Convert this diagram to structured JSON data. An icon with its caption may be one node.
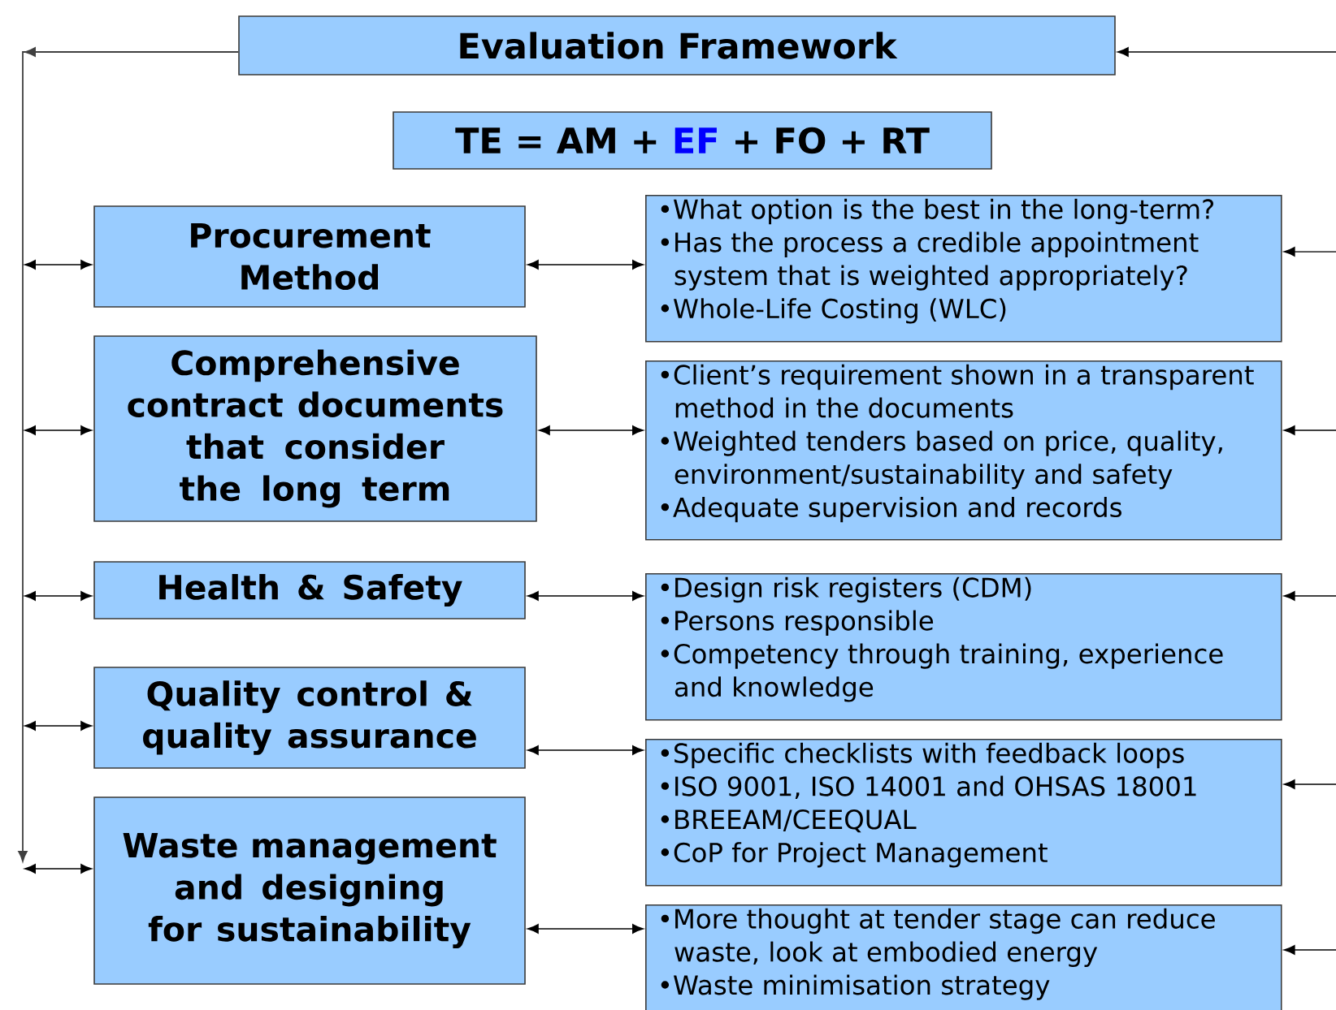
{
  "diagram": {
    "nodes": [
      {
        "text": [
          "Evaluation Framework"
        ]
      },
      {
        "text": [
          "TE = AM +",
          "EF",
          "+ FO + RT"
        ]
      },
      {
        "text": [
          "Procurement Method"
        ]
      },
      {
        "text": [
          "•What option is the best in the long-term?",
          "•Has the process a credible appointment system that is weighted appropriately?",
          "•Whole-Life Costing (WLC)"
        ]
      },
      {
        "text": [
          "Comprehensive contract documents that consider the long term"
        ]
      },
      {
        "text": [
          "•Client’s requirement shown in a transparent method in the documents",
          "•Weighted tenders based on price, quality, environment/sustainability and safety",
          "•Adequate supervision and records"
        ]
      },
      {
        "text": [
          "Health & Safety"
        ]
      },
      {
        "text": [
          "•Design risk registers (CDM)",
          "•Persons responsible",
          "•Competency through training, experience and knowledge"
        ]
      },
      {
        "text": [
          "Quality control & quality assurance"
        ]
      },
      {
        "text": [
          "•Specific checklists with feedback loops",
          "•ISO 9001, ISO 14001 and OHSAS 18001",
          "•BREEAM/CEEQUAL",
          "•CoP for Project Management"
        ]
      },
      {
        "text": [
          "Waste management and designing for sustainability"
        ]
      },
      {
        "text": [
          "•More thought at tender stage can reduce waste, look at embodied energy",
          "•Waste minimisation strategy"
        ]
      }
    ],
    "edges": [
      {
        "from": 0,
        "to": null,
        "arrow": "to"
      },
      {
        "from": null,
        "to": 0,
        "arrow": "to"
      },
      {
        "from": null,
        "to": 2,
        "arrow": "both"
      },
      {
        "from": 2,
        "to": 3,
        "arrow": "both"
      },
      {
        "from": null,
        "to": 3,
        "arrow": "to"
      },
      {
        "from": null,
        "to": 4,
        "arrow": "both"
      },
      {
        "from": 4,
        "to": 5,
        "arrow": "both"
      },
      {
        "from": null,
        "to": 5,
        "arrow": "to"
      },
      {
        "from": null,
        "to": 6,
        "arrow": "both"
      },
      {
        "from": 6,
        "to": 7,
        "arrow": "both"
      },
      {
        "from": null,
        "to": 7,
        "arrow": "to"
      },
      {
        "from": null,
        "to": 8,
        "arrow": "both"
      },
      {
        "from": 8,
        "to": 9,
        "arrow": "both"
      },
      {
        "from": null,
        "to": 9,
        "arrow": "to"
      },
      {
        "from": null,
        "to": 10,
        "arrow": "both"
      },
      {
        "from": 10,
        "to": 11,
        "arrow": "both"
      },
      {
        "from": null,
        "to": 11,
        "arrow": "to"
      }
    ]
  }
}
